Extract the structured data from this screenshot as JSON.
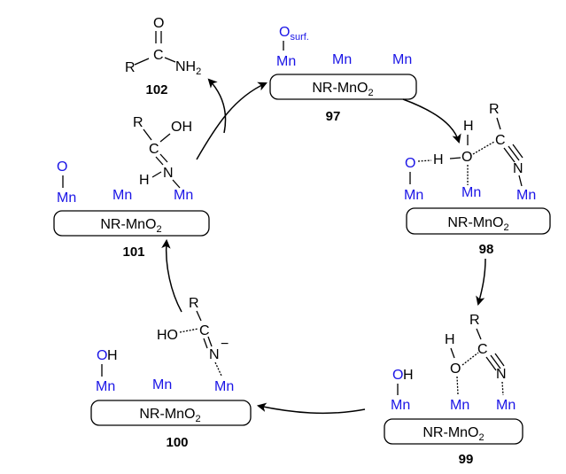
{
  "diagram": {
    "type": "catalytic-cycle",
    "colors": {
      "surface_atoms": "#1a14e6",
      "text": "#000000"
    },
    "support_label_prefix": "NR-MnO",
    "support_label_subscript": "2",
    "metal": "Mn",
    "compounds": {
      "c97": {
        "label": "97",
        "surface_O_main": "O",
        "surface_O_sub": "surf.",
        "mn": [
          "Mn",
          "Mn",
          "Mn"
        ]
      },
      "c98": {
        "label": "98",
        "surface_O": "O",
        "H_bridge": "H",
        "water_O": "O",
        "water_H": "H",
        "R": "R",
        "C": "C",
        "N": "N",
        "mn": [
          "Mn",
          "Mn",
          "Mn"
        ]
      },
      "c99": {
        "label": "99",
        "surface_OH": "OH",
        "H": "H",
        "O": "O",
        "R": "R",
        "C": "C",
        "N": "N",
        "mn": [
          "Mn",
          "Mn",
          "Mn"
        ]
      },
      "c100": {
        "label": "100",
        "surface_OH": "OH",
        "HO": "HO",
        "R": "R",
        "C": "C",
        "N": "N",
        "charge": "−",
        "mn": [
          "Mn",
          "Mn",
          "Mn"
        ]
      },
      "c101": {
        "label": "101",
        "surface_O": "O",
        "R": "R",
        "C": "C",
        "OH": "OH",
        "N": "N",
        "H": "H",
        "mn": [
          "Mn",
          "Mn",
          "Mn"
        ]
      },
      "c102": {
        "label": "102",
        "O": "O",
        "C": "C",
        "R": "R",
        "NH_main": "NH",
        "NH_sub": "2"
      }
    },
    "cycle_order": [
      "97",
      "98",
      "99",
      "100",
      "101",
      "97"
    ],
    "product_release": "101 → 102 + 97"
  }
}
